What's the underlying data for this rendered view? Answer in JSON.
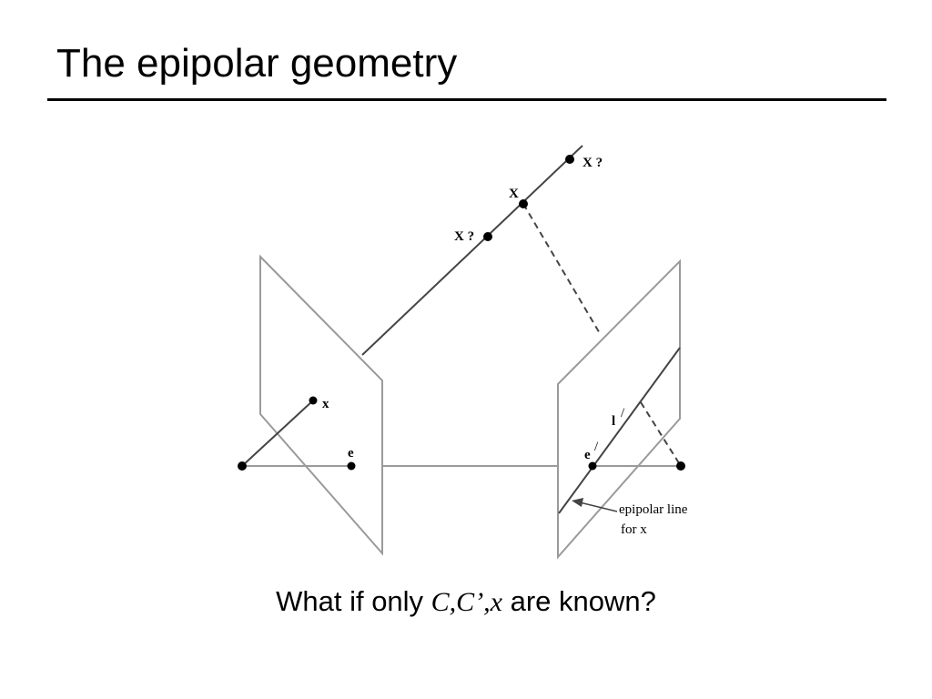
{
  "slide": {
    "title": "The epipolar geometry"
  },
  "diagram": {
    "labels": {
      "X_question_top": "X ?",
      "X_main": "X",
      "X_question_mid": "X ?",
      "x_point": "x",
      "e_left": "e",
      "e_prime": "e",
      "e_prime_mark": "/",
      "l_prime": "l",
      "l_prime_mark": "/",
      "epipolar_line_label_1": "epipolar line",
      "epipolar_line_label_2": "for x"
    },
    "colors": {
      "plane_stroke": "#9a9a9a",
      "ray_stroke": "#444444",
      "point_fill": "#000000"
    }
  },
  "caption": {
    "prefix": "What if only ",
    "math": "C,C’,x",
    "suffix": " are known?"
  }
}
